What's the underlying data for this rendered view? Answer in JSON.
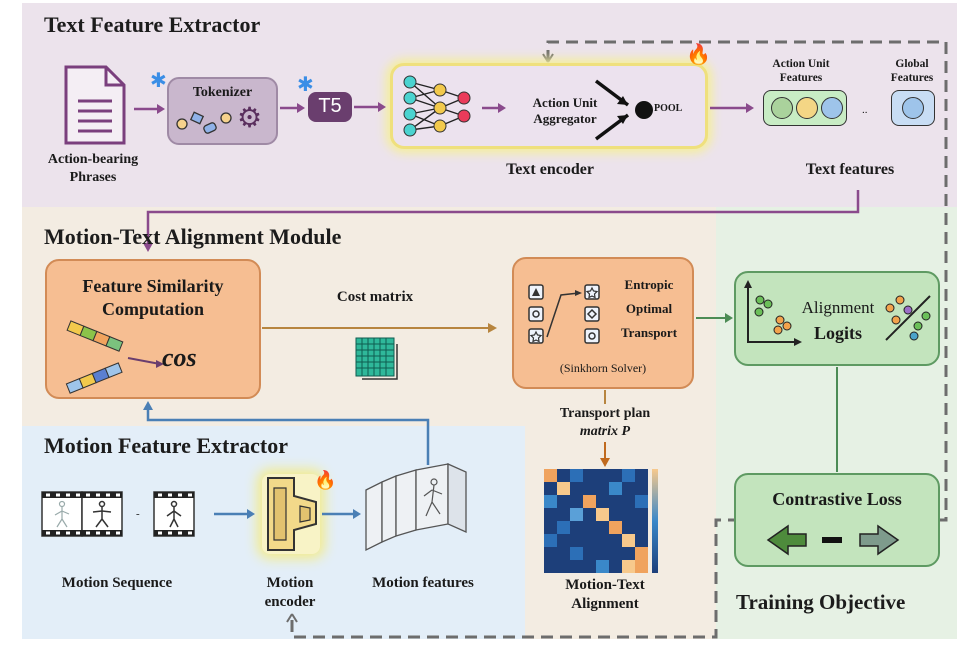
{
  "text_extractor": {
    "title": "Text Feature Extractor",
    "input_label": "Action-bearing\nPhrases",
    "tokenizer": "Tokenizer",
    "t5": "T5",
    "aggregator": "Action Unit\nAggregator",
    "pool": "POOL",
    "encoder_label": "Text encoder",
    "au_features": "Action Unit\nFeatures",
    "dots": "..",
    "global_features": "Global\nFeatures",
    "features_label": "Text features"
  },
  "alignment_module": {
    "title": "Motion-Text Alignment Module",
    "similarity": "Feature Similarity\nComputation",
    "cos": "cos",
    "cost_matrix": "Cost matrix",
    "ot_line1": "Entropic",
    "ot_line2": "Optimal",
    "ot_line3": "Transport",
    "sinkhorn": "(Sinkhorn Solver)",
    "transport_plan": "Transport plan",
    "matrix_p": "matrix P",
    "alignment_label": "Motion-Text\nAlignment"
  },
  "motion_extractor": {
    "title": "Motion Feature Extractor",
    "dash": "-",
    "sequence_label": "Motion Sequence",
    "encoder_label": "Motion\nencoder",
    "features_label": "Motion features"
  },
  "objective": {
    "title": "Training Objective",
    "alignment": "Alignment",
    "logits": "Logits",
    "loss": "Contrastive Loss"
  },
  "colors": {
    "text_region": "#ece3ec",
    "align_region": "#f3ece2",
    "motion_region": "#e3eef8",
    "objective_region": "#e6f1e4",
    "purple_arrow": "#8a4a8c",
    "orange_arrow": "#b7853f",
    "blue_arrow": "#4a7fb5",
    "green_arrow": "#4c8c55"
  }
}
